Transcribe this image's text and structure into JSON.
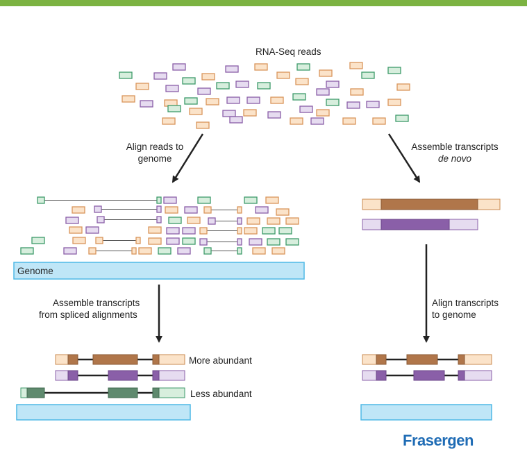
{
  "labels": {
    "reads_title": "RNA-Seq reads",
    "align_reads_line1": "Align reads to",
    "align_reads_line2": "genome",
    "assemble_denovo_line1": "Assemble transcripts",
    "assemble_denovo_line2": "de novo",
    "genome": "Genome",
    "assemble_spliced_line1": "Assemble transcripts",
    "assemble_spliced_line2": "from spliced alignments",
    "align_transcripts_line1": "Align transcripts",
    "align_transcripts_line2": "to genome",
    "more_abundant": "More abundant",
    "less_abundant": "Less abundant"
  },
  "brand": "Frasergen",
  "colors": {
    "top_bar": "#7cb342",
    "green_read": "#3d9a6a",
    "purple_read": "#8a5fa8",
    "orange_read": "#d9955a",
    "genome_fill": "#bfe6f7",
    "genome_border": "#4fb8e6",
    "brand": "#1f6cb5"
  }
}
